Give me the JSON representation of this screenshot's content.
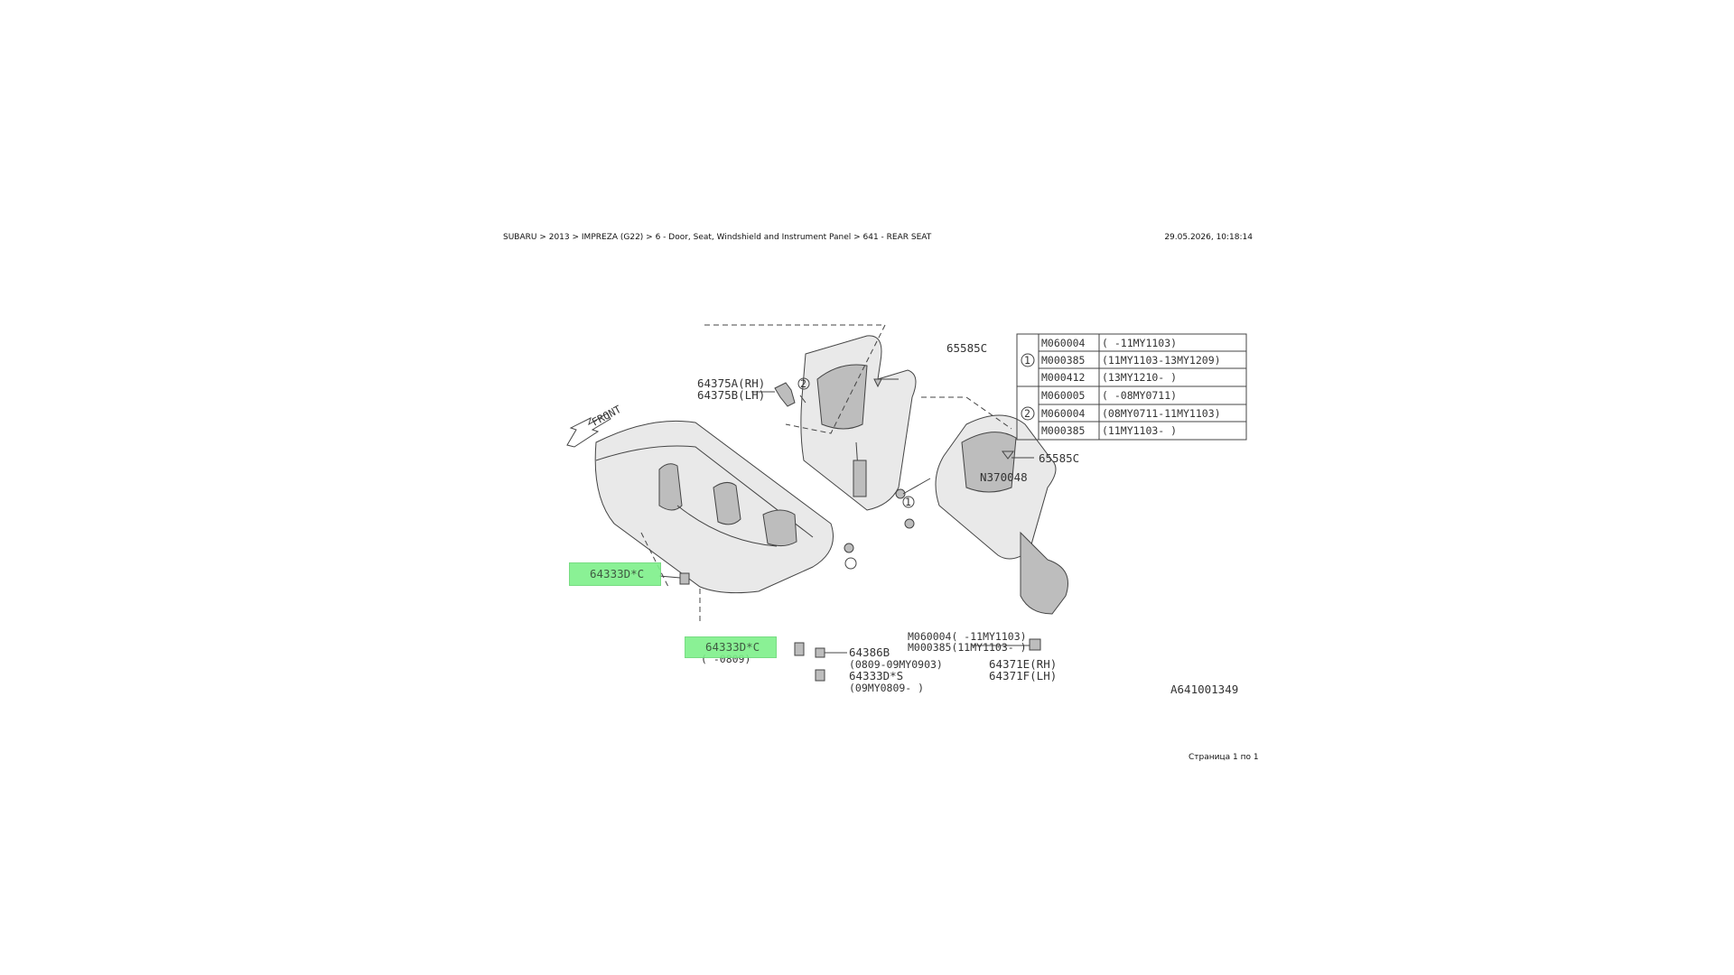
{
  "header": {
    "breadcrumb": "SUBARU > 2013 > IMPREZA (G22) > 6 - Door, Seat, Windshield and Instrument Panel > 641 - REAR SEAT",
    "timestamp": "29.05.2026, 10:18:14"
  },
  "footer": {
    "page_info": "Страница 1 по 1"
  },
  "diagram": {
    "front_label": "FRONT",
    "drawing_id": "A641001349",
    "parts": {
      "p65585c_top": "65585C",
      "p65585c_right": "65585C",
      "p64375a": "64375A(RH)",
      "p64375b": "64375B(LH)",
      "n370048": "N370048",
      "p64333d_c_1": "64333D*C",
      "p64333d_c_2": "64333D*C",
      "p64333d_c_2_range": "( -0809)",
      "p64386b": "64386B",
      "p64386b_range": "(0809-09MY0903)",
      "p64333d_s": "64333D*S",
      "p64333d_s_range": "(09MY0809- )",
      "m060004_bottom": "M060004( -11MY1103)",
      "m000385_bottom": "M000385(11MY1103- )",
      "p64371e": "64371E(RH)",
      "p64371f": "64371F(LH)",
      "callout_1": "1",
      "callout_2": "2"
    },
    "legend_table": [
      {
        "group": "1",
        "part": "M060004",
        "range": "( -11MY1103)"
      },
      {
        "group": "1",
        "part": "M000385",
        "range": "(11MY1103-13MY1209)"
      },
      {
        "group": "1",
        "part": "M000412",
        "range": "(13MY1210- )"
      },
      {
        "group": "2",
        "part": "M060005",
        "range": "( -08MY0711)"
      },
      {
        "group": "2",
        "part": "M060004",
        "range": "(08MY0711-11MY1103)"
      },
      {
        "group": "2",
        "part": "M000385",
        "range": "(11MY1103- )"
      }
    ],
    "highlight_color": "#7ef08a"
  }
}
